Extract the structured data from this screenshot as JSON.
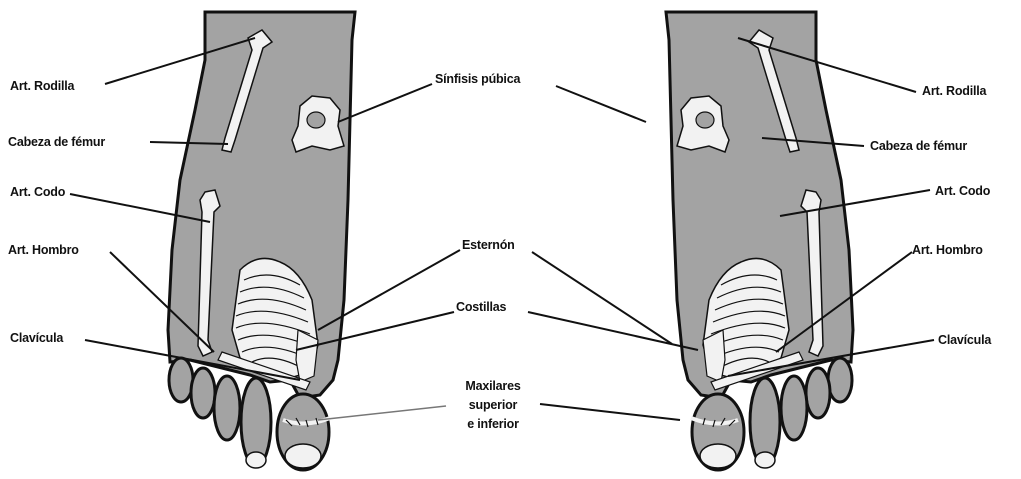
{
  "feet": [
    {
      "side": "left-foot"
    },
    {
      "side": "right-foot"
    }
  ],
  "labels": {
    "rodilla": "Art. Rodilla",
    "femur": "Cabeza de fémur",
    "codo": "Art. Codo",
    "hombro": "Art. Hombro",
    "clavicula": "Clavícula",
    "sinfisis": "Sínfisis púbica",
    "esternon": "Esternón",
    "costillas": "Costillas",
    "maxilares_1": "Maxilares",
    "maxilares_2": "superior",
    "maxilares_3": "e inferior"
  },
  "colors": {
    "foot_fill": "#a3a3a3",
    "bone_fill": "#f2f2f2",
    "outline": "#111111",
    "leader": "#111111"
  }
}
